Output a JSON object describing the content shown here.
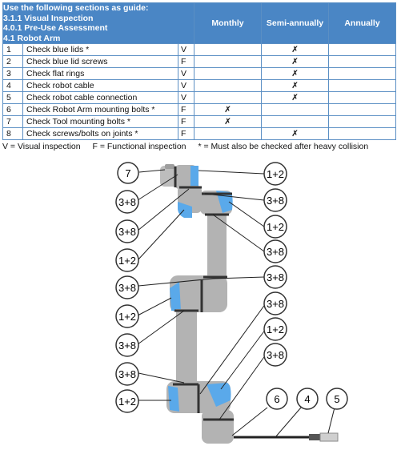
{
  "table": {
    "guide_lines": [
      "Use the following sections as guide:",
      "3.1.1 Visual Inspection",
      "4.0.1 Pre-Use Assessment",
      "4.1 Robot Arm"
    ],
    "columns": [
      "Monthly",
      "Semi-annually",
      "Annually"
    ],
    "rows": [
      {
        "num": "1",
        "item": "Check blue lids *",
        "type": "V",
        "monthly": "",
        "semi": "✗",
        "annual": ""
      },
      {
        "num": "2",
        "item": "Check blue lid screws",
        "type": "F",
        "monthly": "",
        "semi": "✗",
        "annual": ""
      },
      {
        "num": "3",
        "item": "Check flat rings",
        "type": "V",
        "monthly": "",
        "semi": "✗",
        "annual": ""
      },
      {
        "num": "4",
        "item": "Check robot cable",
        "type": "V",
        "monthly": "",
        "semi": "✗",
        "annual": ""
      },
      {
        "num": "5",
        "item": "Check robot cable connection",
        "type": "V",
        "monthly": "",
        "semi": "✗",
        "annual": ""
      },
      {
        "num": "6",
        "item": "Check Robot Arm mounting bolts *",
        "type": "F",
        "monthly": "✗",
        "semi": "",
        "annual": ""
      },
      {
        "num": "7",
        "item": "Check Tool mounting bolts *",
        "type": "F",
        "monthly": "✗",
        "semi": "",
        "annual": ""
      },
      {
        "num": "8",
        "item": "Check screws/bolts on joints *",
        "type": "F",
        "monthly": "",
        "semi": "✗",
        "annual": ""
      }
    ]
  },
  "legend": {
    "visual": "V = Visual inspection",
    "functional": "F = Functional inspection",
    "collision": "* = Must also be checked after heavy collision"
  },
  "diagram": {
    "labels_left": [
      "7",
      "3+8",
      "3+8",
      "1+2",
      "3+8",
      "1+2",
      "3+8",
      "3+8",
      "1+2"
    ],
    "labels_right": [
      "1+2",
      "3+8",
      "1+2",
      "3+8",
      "3+8",
      "3+8",
      "1+2",
      "3+8"
    ],
    "labels_bottom": [
      "6",
      "4",
      "5"
    ],
    "colors": {
      "arm": "#b3b3b3",
      "lid": "#5aa9ea",
      "ring": "#333333",
      "circle_stroke": "#333333"
    }
  }
}
